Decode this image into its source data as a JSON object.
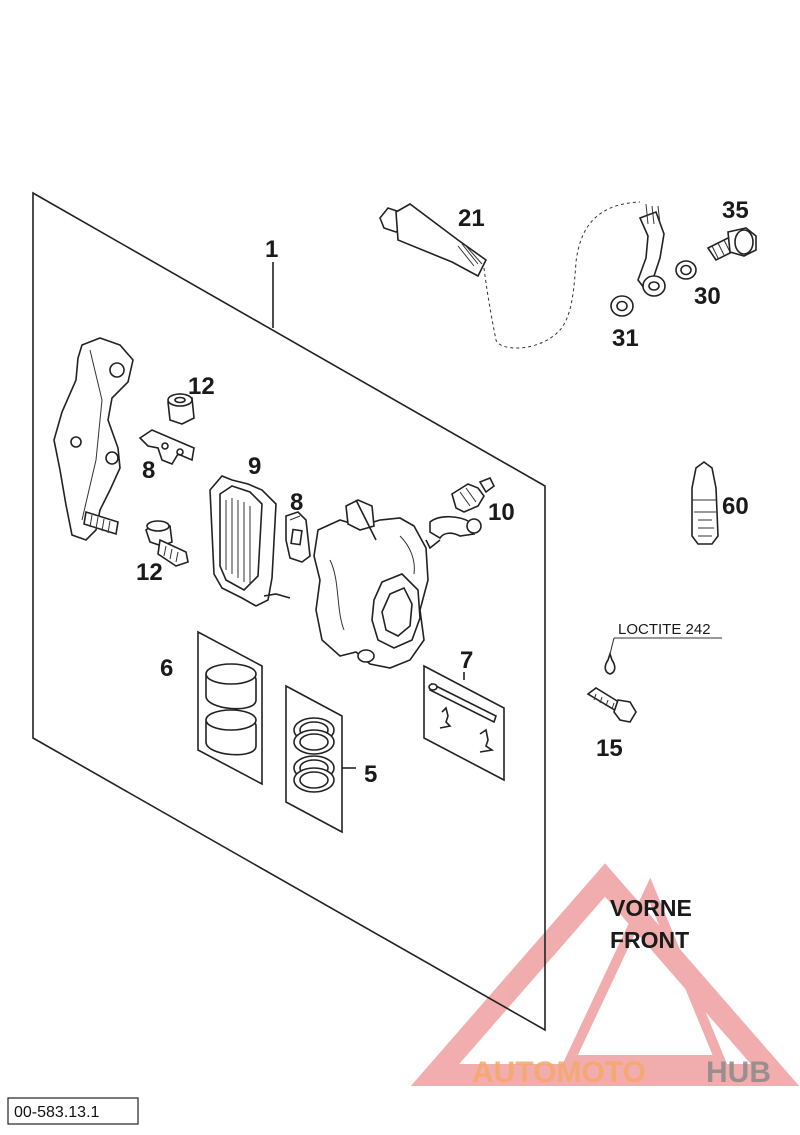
{
  "labels": {
    "l1": "1",
    "l21": "21",
    "l35": "35",
    "l30": "30",
    "l31": "31",
    "l12a": "12",
    "l8a": "8",
    "l9": "9",
    "l8b": "8",
    "l10": "10",
    "l12b": "12",
    "l60": "60",
    "l6": "6",
    "l7": "7",
    "l5": "5",
    "l15": "15"
  },
  "loctite_label": "LOCTITE 242",
  "front_label": {
    "line1": "VORNE",
    "line2": "FRONT"
  },
  "watermark": {
    "part1": "AUTOMOTO",
    "part2": "HUB"
  },
  "drawing_ref": "00-583.13.1",
  "colors": {
    "watermark_orange": "#f5a86a",
    "watermark_grey": "#8a8a8a",
    "watermark_triangle": "#e76b6b",
    "line": "#222222"
  }
}
